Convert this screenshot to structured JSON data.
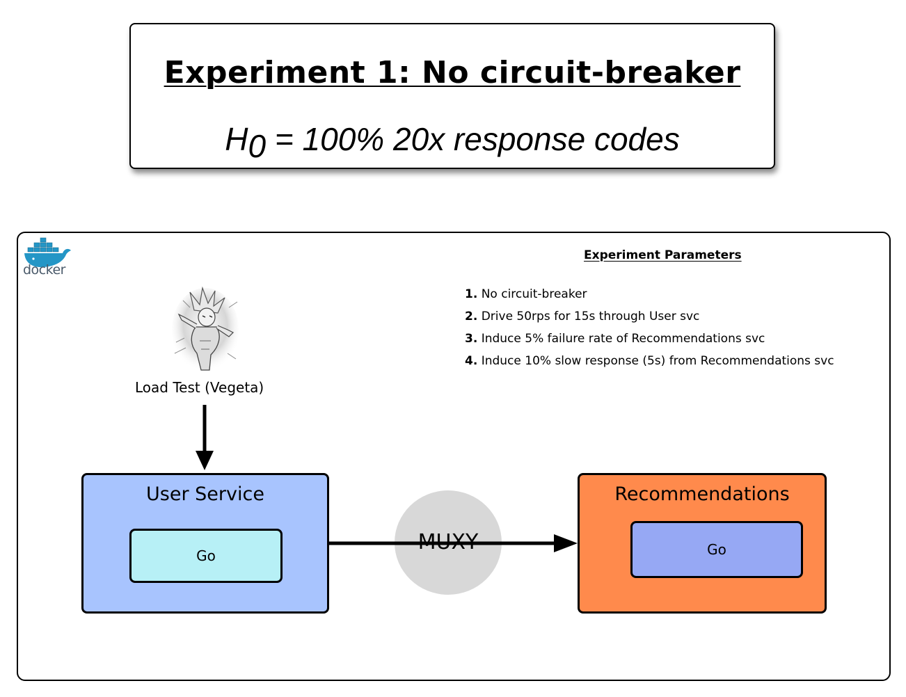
{
  "title": {
    "heading": "Experiment 1: No circuit-breaker",
    "hypothesis_h": "H",
    "hypothesis_sub": "0",
    "hypothesis_rest": " = 100% 20x response codes"
  },
  "docker": {
    "label": "docker",
    "icon": "docker-whale-icon"
  },
  "parameters": {
    "heading": "Experiment Parameters",
    "items": [
      {
        "num": "1.",
        "text": " No circuit-breaker"
      },
      {
        "num": "2.",
        "text": " Drive 50rps for 15s through User svc"
      },
      {
        "num": "3.",
        "text": " Induce 5% failure rate of Recommendations svc"
      },
      {
        "num": "4.",
        "text": " Induce 10% slow response (5s) from Recommendations svc"
      }
    ]
  },
  "load_test": {
    "label": "Load Test (Vegeta)",
    "icon": "vegeta-character-image"
  },
  "user_service": {
    "title": "User Service",
    "inner_label": "Go",
    "color": "#a8c4fe",
    "inner_color": "#b7f0f6"
  },
  "muxy": {
    "label": "MUXY",
    "color": "#d8d8d8"
  },
  "recommendations": {
    "title": "Recommendations",
    "inner_label": "Go",
    "color": "#ff8a4c",
    "inner_color": "#96a8f4"
  }
}
